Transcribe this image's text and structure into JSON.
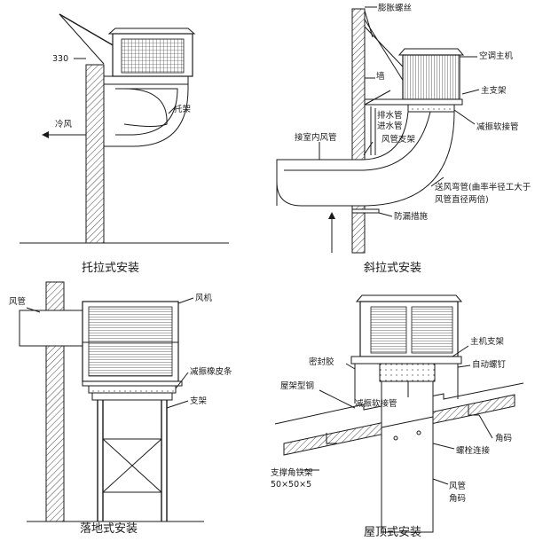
{
  "diagram_title": "冷风机安装方式示意图",
  "panels": {
    "bracket": {
      "caption": "托拉式安装",
      "label_dimension": "330",
      "label_cold_air": "冷风",
      "label_bracket": "托架"
    },
    "diagonal": {
      "caption": "斜拉式安装",
      "label_expansion_bolt": "膨胀螺丝",
      "label_main_unit": "空调主机",
      "label_wall": "墙",
      "label_main_support": "主支架",
      "label_drain_pipe": "排水管",
      "label_inlet_pipe": "进水管",
      "label_damping_joint": "减振软接管",
      "label_indoor_duct": "接室内风管",
      "label_duct_support": "风管支架",
      "label_elbow_line1": "送风弯管(曲率半径工大于",
      "label_elbow_line2": "风管直径两倍)",
      "label_leak_proof": "防漏措施"
    },
    "floor": {
      "caption": "落地式安装",
      "label_duct": "风管",
      "label_fan": "风机",
      "label_rubber_strip": "减振橡皮条",
      "label_stand": "支架"
    },
    "roof": {
      "caption": "屋顶式安装",
      "label_main_support": "主机支架",
      "label_sealant": "密封胶",
      "label_self_tapping": "自动螺钉",
      "label_roof_steel": "屋架型钢",
      "label_damping_joint": "减振软接管",
      "label_corner_block": "角码",
      "label_bolt": "螺栓连接",
      "label_angle_frame_line1": "支撑角铁架",
      "label_angle_frame_line2": "50×50×5",
      "label_duct": "风管",
      "label_corner_block_2": "角码"
    }
  }
}
